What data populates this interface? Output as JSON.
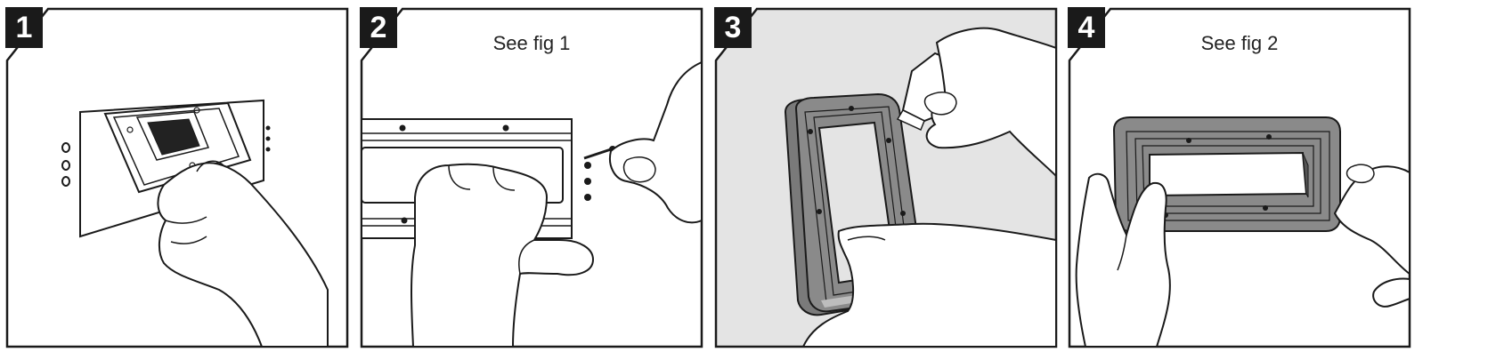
{
  "steps": [
    {
      "number": "1",
      "caption": ""
    },
    {
      "number": "2",
      "caption": "See fig 1"
    },
    {
      "number": "3",
      "caption": ""
    },
    {
      "number": "4",
      "caption": "See fig 2"
    }
  ],
  "colors": {
    "line": "#1a1a1a",
    "panel3_background": "#e4e4e4",
    "gasket_gray": "#8a8a8a",
    "gasket_light": "#bdbdbd"
  }
}
